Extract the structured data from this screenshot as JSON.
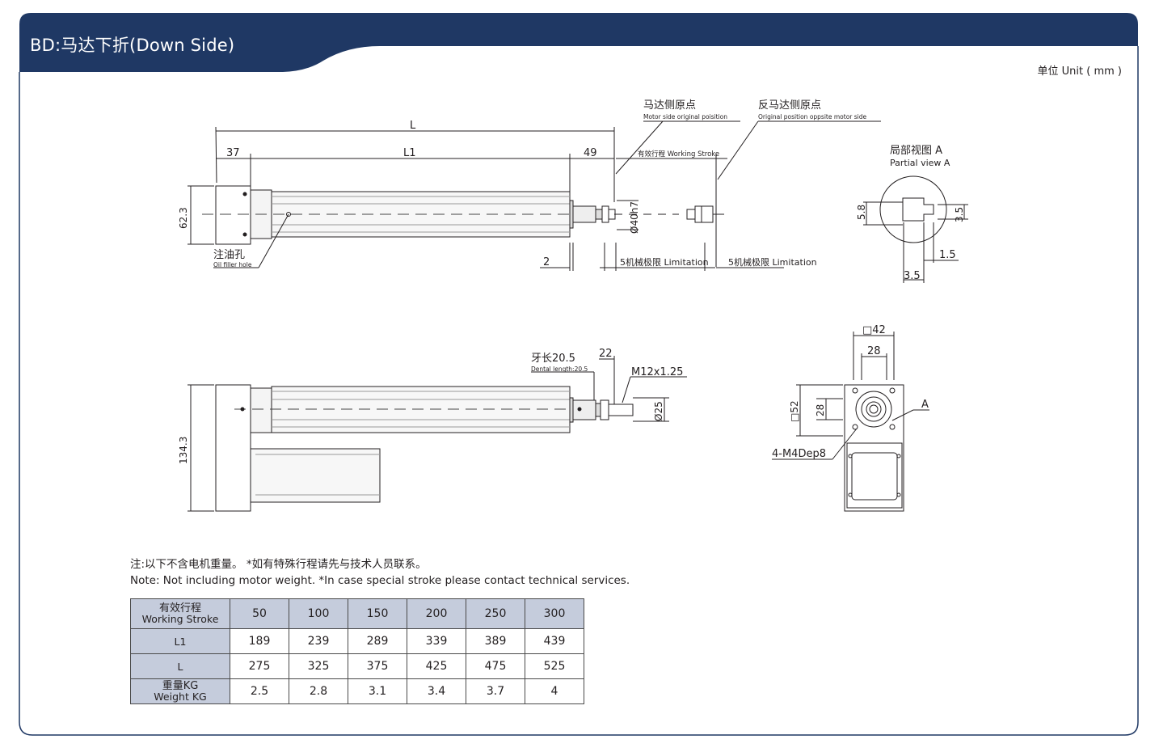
{
  "header": {
    "title": "BD:马达下折(Down Side)",
    "unit": "单位 Unit ( mm )",
    "bar_color": "#1f3864"
  },
  "top_view": {
    "dim_L": "L",
    "dim_L1": "L1",
    "dim_37": "37",
    "dim_49": "49",
    "dim_62_3": "62.3",
    "dim_2": "2",
    "dia_40h7": "Ø40h7",
    "working_stroke": "有效行程 Working Stroke",
    "motor_side_cn": "马达侧原点",
    "motor_side_en": "Motor side original poisition",
    "opp_side_cn": "反马达侧原点",
    "opp_side_en": "Original position oppsite motor side",
    "limit_left": "5机械极限 Limitation",
    "limit_right": "5机械极限 Limitation",
    "oil_cn": "注油孔",
    "oil_en": "Oil filler hole"
  },
  "partial_view": {
    "title_cn": "局部视图 A",
    "title_en": "Partial view A",
    "dim_5_8": "5.8",
    "dim_3_5_right": "3.5",
    "dim_1_5": "1.5",
    "dim_3_5_bottom": "3.5"
  },
  "side_view": {
    "dim_134_3": "134.3",
    "thread_cn": "牙长20.5",
    "thread_en": "Dental length:20.5",
    "dim_22": "22",
    "thread_spec": "M12x1.25",
    "dia_25": "Ø25"
  },
  "end_view": {
    "dim_sq42": "□42",
    "dim_28_top": "28",
    "dim_sq52": "□52",
    "dim_28_left": "28",
    "label_A": "A",
    "holes": "4-M4Dep8"
  },
  "notes": {
    "cn": "注:以下不含电机重量。 *如有特殊行程请先与技术人员联系。",
    "en": "Note: Not including motor weight.    *In case special stroke please contact technical services."
  },
  "table": {
    "header_cn": "有效行程",
    "header_en": "Working Stroke",
    "strokes": [
      "50",
      "100",
      "150",
      "200",
      "250",
      "300"
    ],
    "rows": [
      {
        "label": "L1",
        "values": [
          "189",
          "239",
          "289",
          "339",
          "389",
          "439"
        ]
      },
      {
        "label": "L",
        "values": [
          "275",
          "325",
          "375",
          "425",
          "475",
          "525"
        ]
      }
    ],
    "weight_cn": "重量KG",
    "weight_en": "Weight KG",
    "weights": [
      "2.5",
      "2.8",
      "3.1",
      "3.4",
      "3.7",
      "4"
    ],
    "header_color": "#c5ccdc"
  }
}
